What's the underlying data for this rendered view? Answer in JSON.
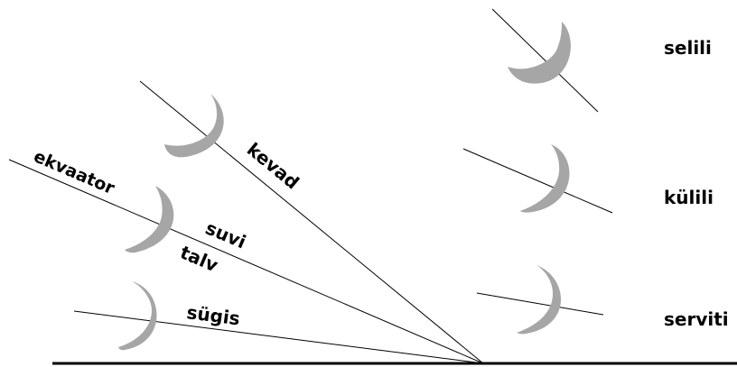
{
  "colors": {
    "moon": "#a6a6a6",
    "line": "#000000",
    "ground": "#000000"
  },
  "diagram": {
    "season_labels": {
      "ekvaator": "ekvaator",
      "kevad": "kevad",
      "suvi": "suvi",
      "talv": "talv",
      "sugis": "sügis"
    },
    "phase_labels": {
      "selili": "selili",
      "kulili": "külili",
      "serviti": "serviti"
    }
  }
}
